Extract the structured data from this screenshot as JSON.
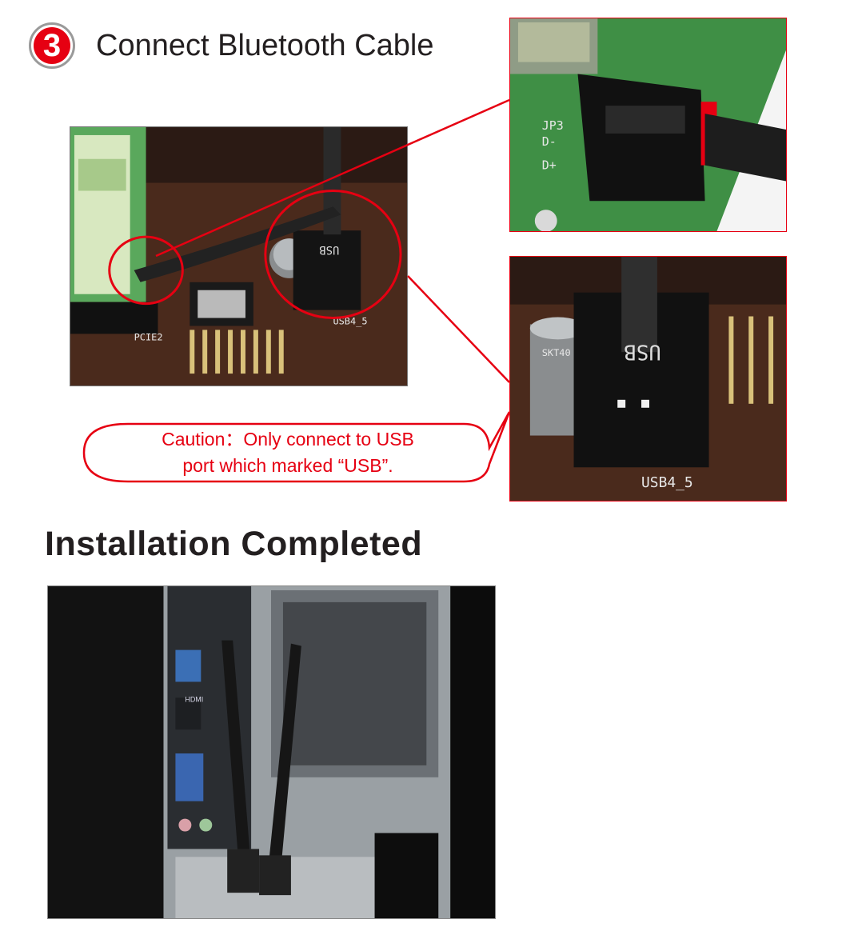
{
  "step": {
    "number": "3",
    "title": "Connect Bluetooth Cable"
  },
  "caution": {
    "line1": "Caution：Only connect to USB",
    "line2": "port which marked “USB”."
  },
  "section": {
    "title": "Installation Completed"
  },
  "silkscreen": {
    "main_usb": "USB",
    "main_header": "USB4_5",
    "main_slot": "PCIE2",
    "jp3_label": "JP3",
    "jp3_dminus": "D-",
    "jp3_dplus": "D+",
    "zoom_usb": "USB",
    "zoom_header": "USB4_5",
    "zoom_cap": "SKT40",
    "pc_hdmi": "HDMI"
  },
  "colors": {
    "accent": "#e60012",
    "pcb_brown": "#4a2a1c",
    "pcb_green": "#3f8f45",
    "text": "#231f20"
  }
}
